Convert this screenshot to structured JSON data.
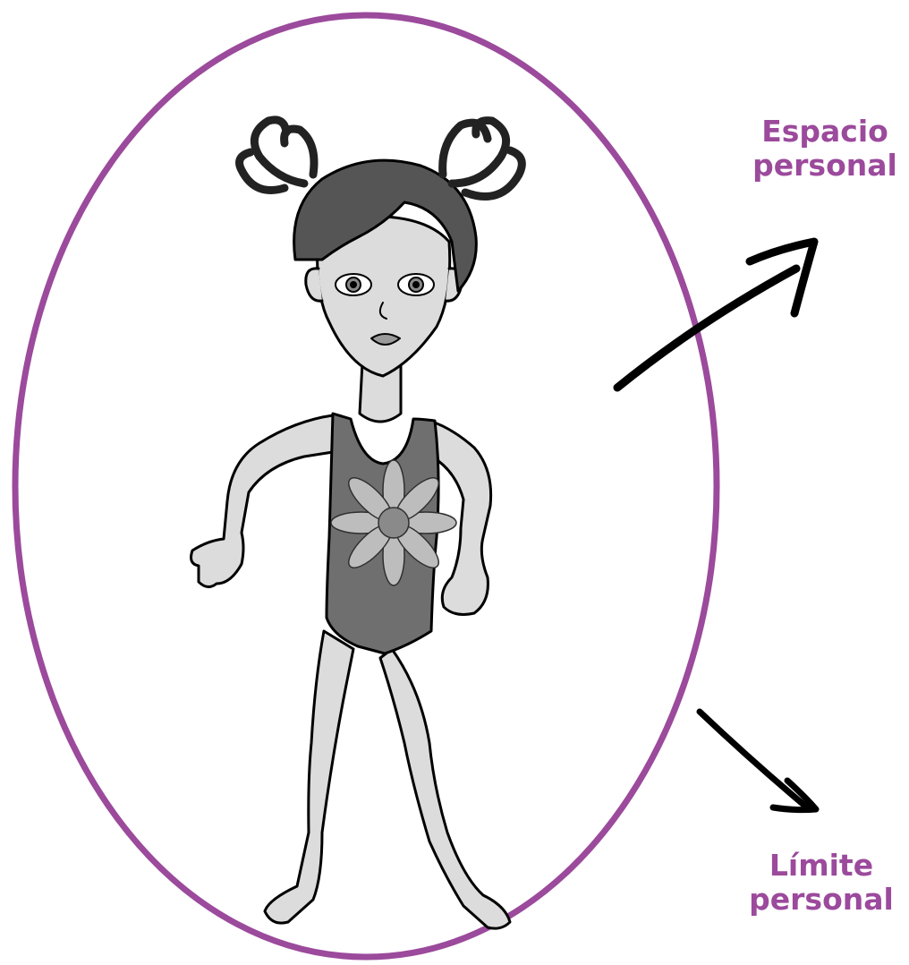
{
  "labels": {
    "personal_space": [
      "Espacio",
      "personal"
    ],
    "personal_limit": [
      "Límite",
      "personal"
    ]
  },
  "colors": {
    "accent": "#9b4a9c",
    "ink": "#000000",
    "skin": "#dcdcdc",
    "swimsuit": "#6f6f6f",
    "flower": "#bdbdbd",
    "hair": "#555555"
  },
  "icons": {
    "figure": "girl-in-swimsuit-illustration",
    "arrow_space": "curved-arrow-up-right-icon",
    "arrow_limit": "arrow-down-right-icon"
  }
}
